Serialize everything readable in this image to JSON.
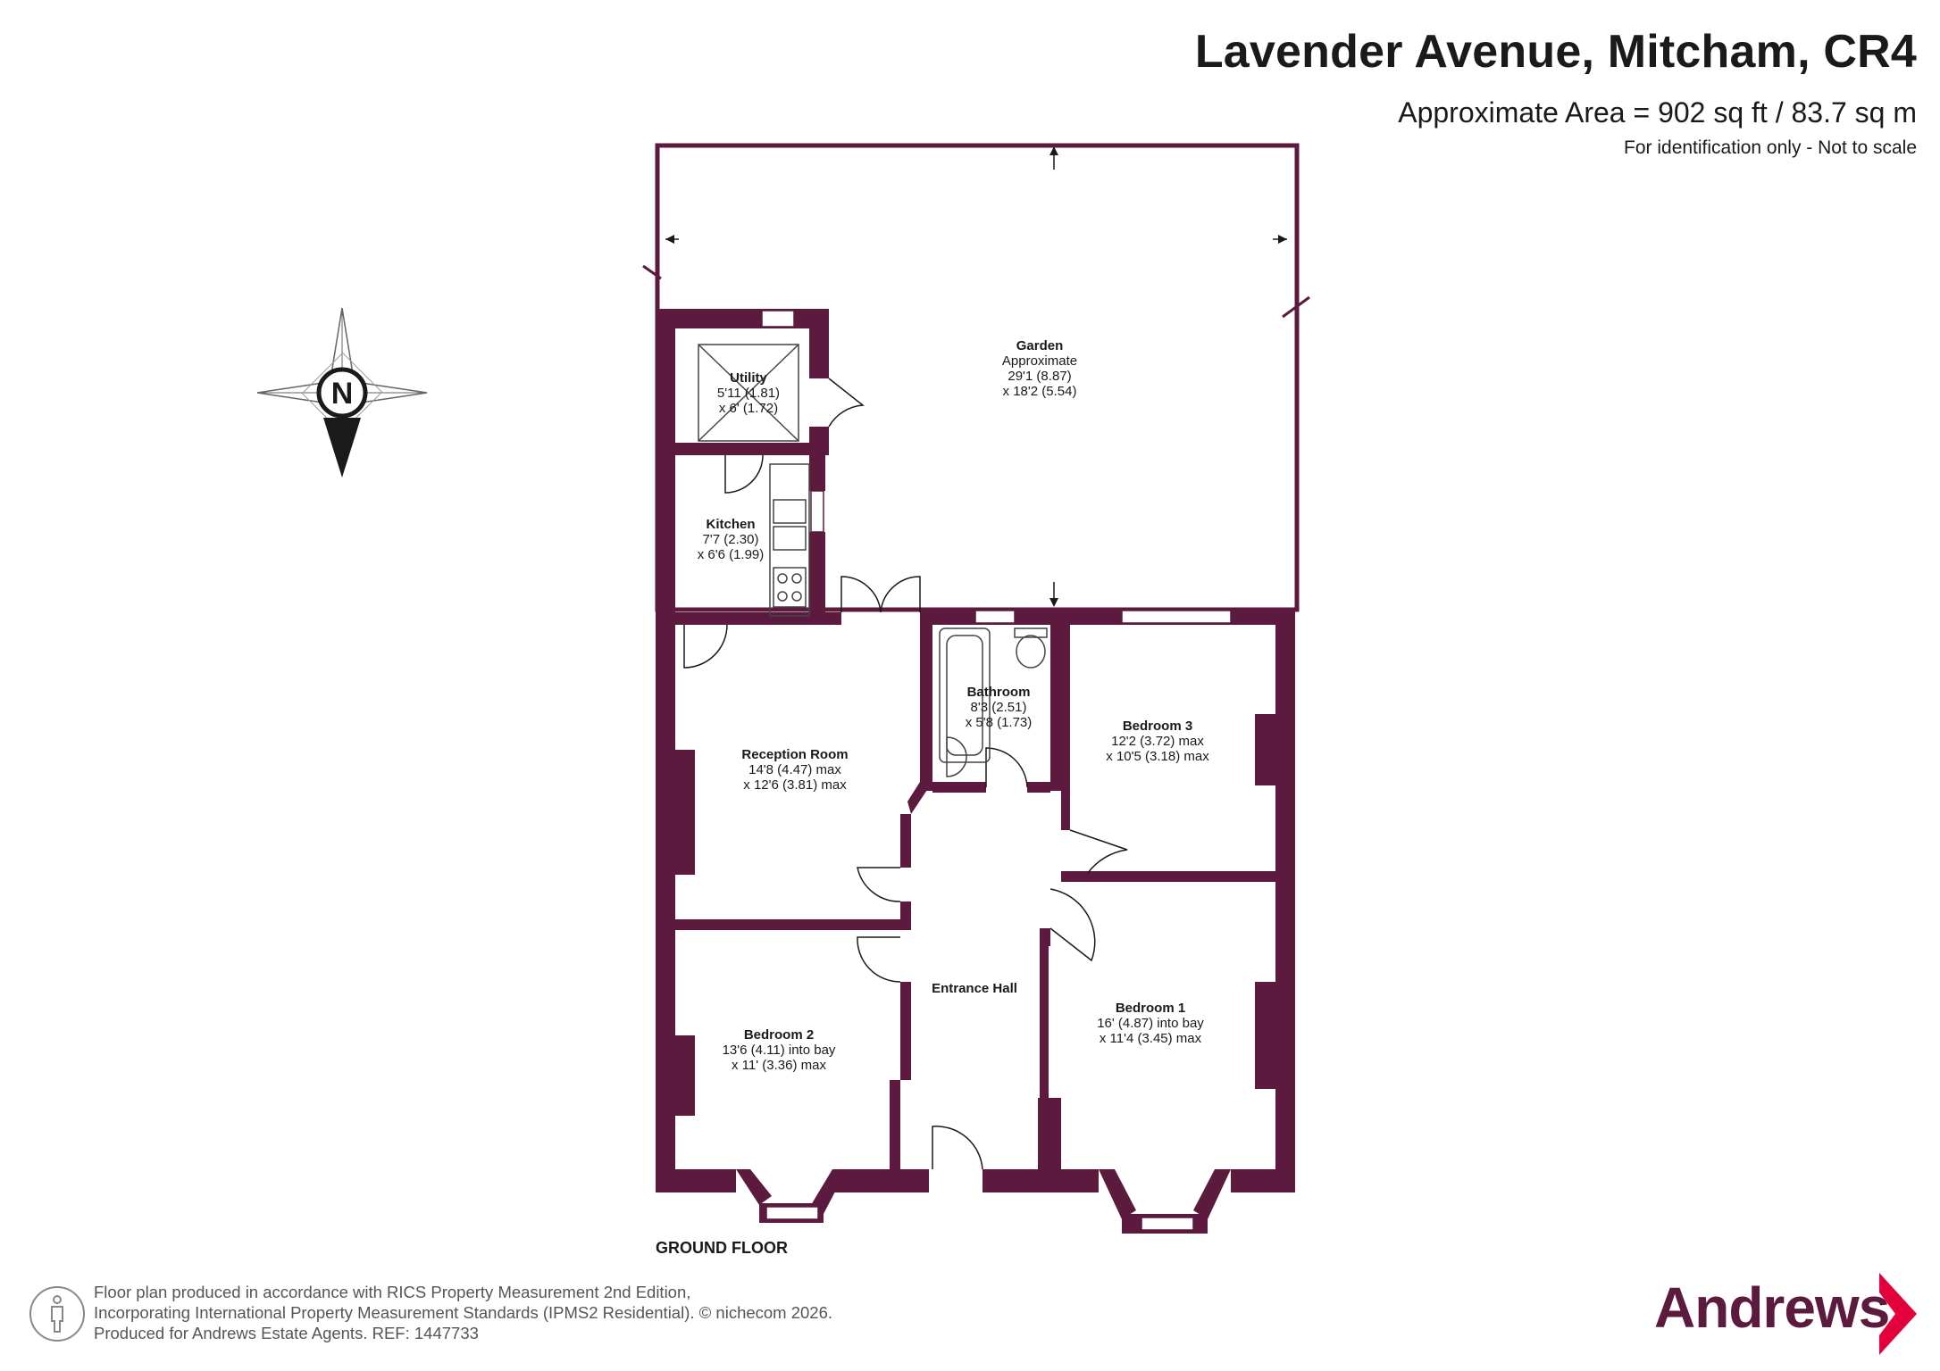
{
  "header": {
    "title": "Lavender Avenue, Mitcham, CR4",
    "area": "Approximate Area = 902 sq ft / 83.7 sq m",
    "note": "For identification only - Not to scale"
  },
  "compass": {
    "label": "N"
  },
  "floor_label": "GROUND FLOOR",
  "rooms": {
    "garden": {
      "name": "Garden",
      "l1": "Approximate",
      "l2": "29'1 (8.87)",
      "l3": "x 18'2 (5.54)"
    },
    "utility": {
      "name": "Utility",
      "l1": "5'11 (1.81)",
      "l2": "x 6' (1.72)"
    },
    "kitchen": {
      "name": "Kitchen",
      "l1": "7'7 (2.30)",
      "l2": "x 6'6 (1.99)"
    },
    "bathroom": {
      "name": "Bathroom",
      "l1": "8'3 (2.51)",
      "l2": "x 5'8 (1.73)"
    },
    "reception": {
      "name": "Reception Room",
      "l1": "14'8 (4.47) max",
      "l2": "x 12'6 (3.81) max"
    },
    "bedroom3": {
      "name": "Bedroom 3",
      "l1": "12'2 (3.72) max",
      "l2": "x 10'5 (3.18) max"
    },
    "hall": {
      "name": "Entrance Hall"
    },
    "bedroom1": {
      "name": "Bedroom 1",
      "l1": "16' (4.87) into bay",
      "l2": "x 11'4 (3.45) max"
    },
    "bedroom2": {
      "name": "Bedroom 2",
      "l1": "13'6 (4.11) into bay",
      "l2": "x 11' (3.36) max"
    }
  },
  "footer": {
    "line1": "Floor plan produced in accordance with RICS Property Measurement 2nd Edition,",
    "line2": "Incorporating International Property Measurement Standards (IPMS2 Residential).   © nichecom 2026.",
    "line3": "Produced for Andrews Estate Agents.   REF: 1447733"
  },
  "brand": {
    "name": "Andrews"
  },
  "colors": {
    "wall": "#5b1a3e",
    "brand": "#5b1a3e",
    "accent": "#e4003a"
  },
  "icons": [
    "compass-rose-icon",
    "person-icon",
    "chevron-right-icon"
  ]
}
